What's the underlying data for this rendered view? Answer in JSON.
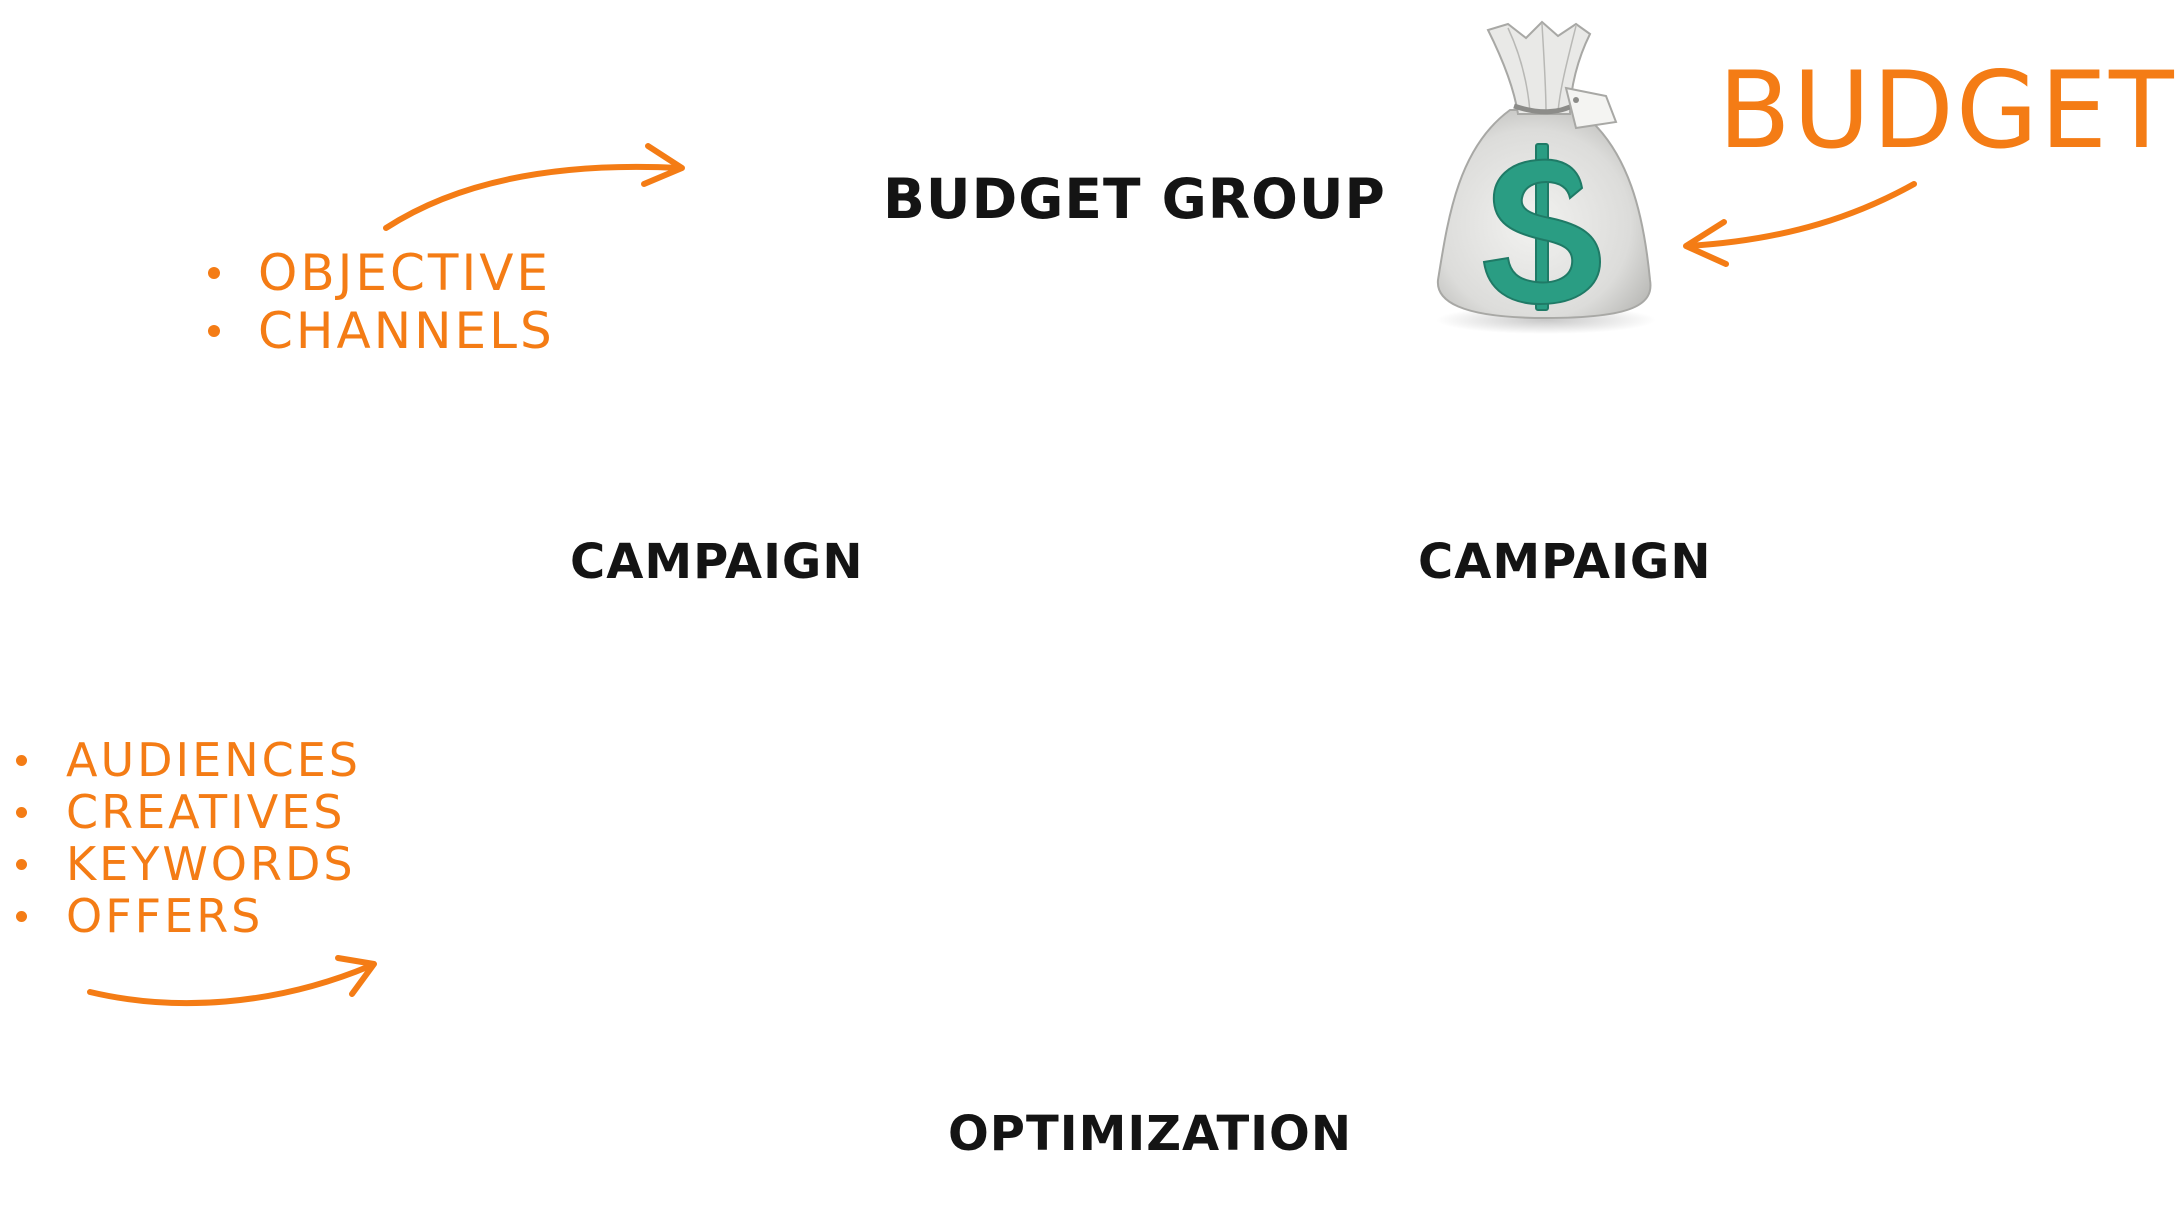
{
  "nodes": {
    "budget_group": "BUDGET GROUP",
    "campaign_left": "CAMPAIGN",
    "campaign_right": "CAMPAIGN",
    "optimization": "OPTIMIZATION"
  },
  "annotations": {
    "budget_group_notes": [
      "OBJECTIVE",
      "CHANNELS"
    ],
    "campaign_notes": [
      "AUDIENCES",
      "CREATIVES",
      "KEYWORDS",
      "OFFERS"
    ],
    "budget_label": "BUDGET"
  },
  "icons": {
    "money_bag": "money-bag-icon"
  },
  "colors": {
    "accent": "#f47c15",
    "text": "#141414",
    "dollar_sign": "#2a9d83",
    "bag": "#e4e4e2"
  }
}
